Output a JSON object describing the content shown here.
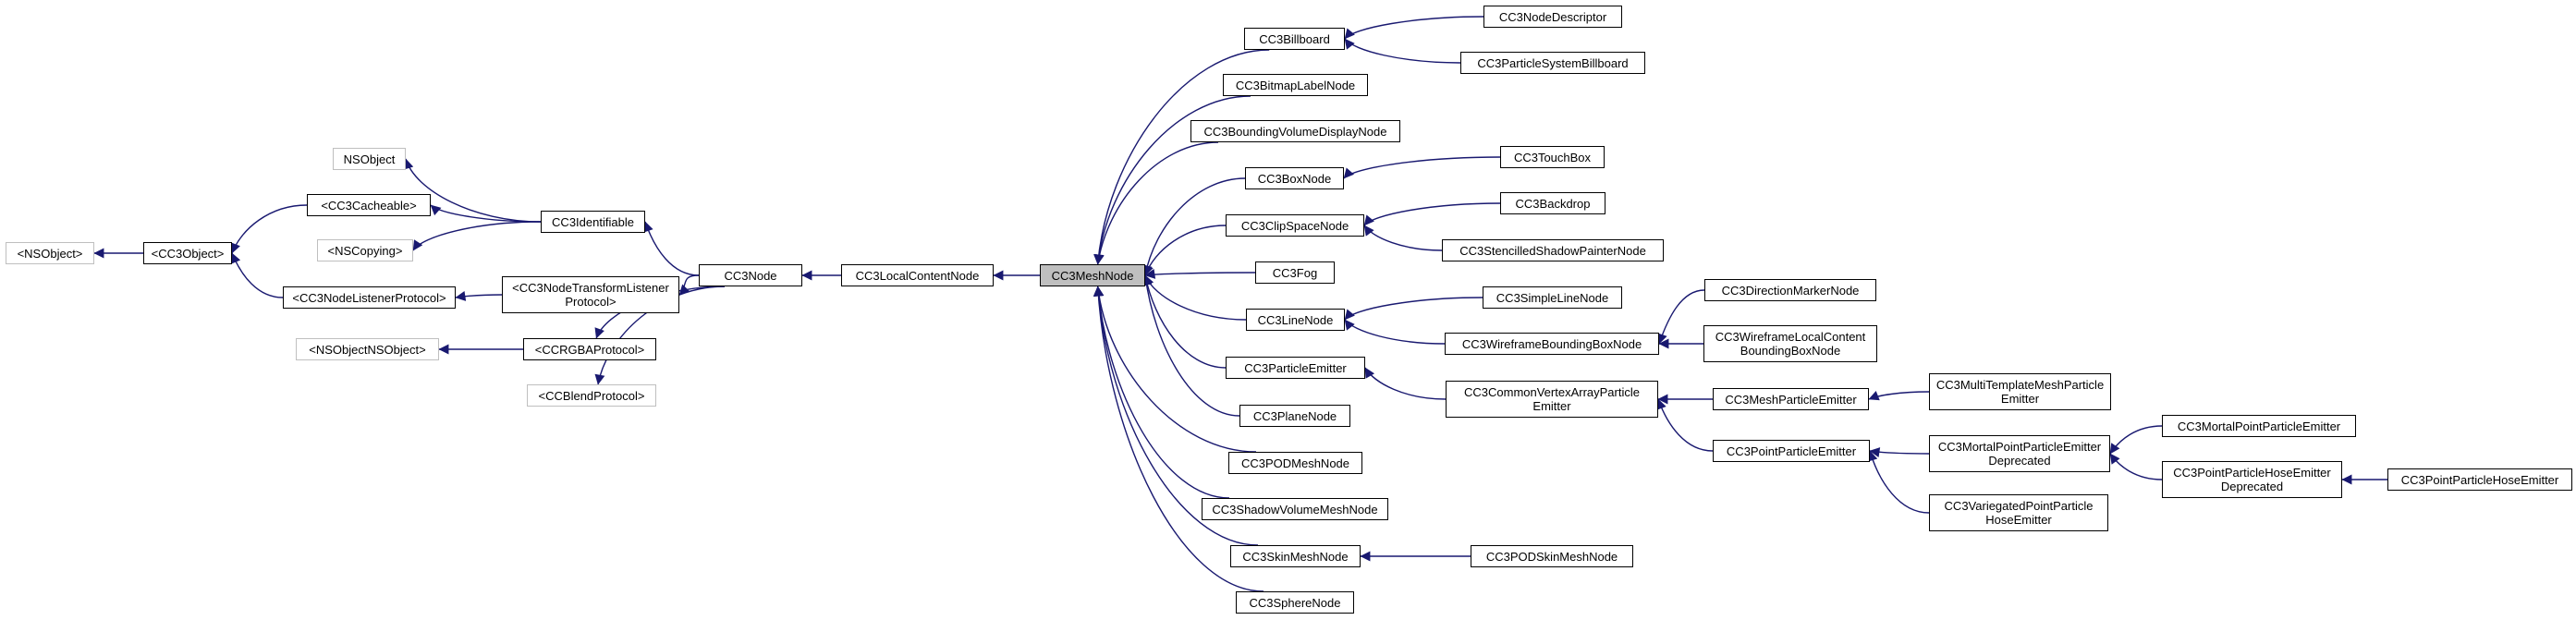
{
  "colors": {
    "edge": "#191970",
    "focus_fill": "#bfbfbf",
    "external_border": "#bfbfbf",
    "border": "#000000"
  },
  "nodes": {
    "nsobject_a": "<NSObject>",
    "cc3object": "<CC3Object>",
    "nsobject_b": "NSObject",
    "cc3cacheable": "<CC3Cacheable>",
    "cc3identifiable": "CC3Identifiable",
    "nscopying": "<NSCopying>",
    "cc3nodelistenerprotocol": "<CC3NodeListenerProtocol>",
    "cc3nodetransformlistenerprotocol": "<CC3NodeTransformListener Protocol>",
    "nsobjectnsobject": "<NSObjectNSObject>",
    "ccrgbaprotocol": "<CCRGBAProtocol>",
    "ccblendprotocol": "<CCBlendProtocol>",
    "cc3node": "CC3Node",
    "cc3localcontentnode": "CC3LocalContentNode",
    "cc3meshnode": "CC3MeshNode",
    "cc3billboard": "CC3Billboard",
    "cc3bitmaplabelnode": "CC3BitmapLabelNode",
    "cc3boundingvolumedisplaynode": "CC3BoundingVolumeDisplayNode",
    "cc3boxnode": "CC3BoxNode",
    "cc3clipspacenode": "CC3ClipSpaceNode",
    "cc3fog": "CC3Fog",
    "cc3linenode": "CC3LineNode",
    "cc3particleemitter": "CC3ParticleEmitter",
    "cc3planenode": "CC3PlaneNode",
    "cc3podmeshnode": "CC3PODMeshNode",
    "cc3shadowvolumemeshnode": "CC3ShadowVolumeMeshNode",
    "cc3skinmeshnode": "CC3SkinMeshNode",
    "cc3spherenode": "CC3SphereNode",
    "cc3nodedescriptor": "CC3NodeDescriptor",
    "cc3particlesystembillboard": "CC3ParticleSystemBillboard",
    "cc3touchbox": "CC3TouchBox",
    "cc3backdrop": "CC3Backdrop",
    "cc3stencilledshadowpainternode": "CC3StencilledShadowPainterNode",
    "cc3simplelinenode": "CC3SimpleLineNode",
    "cc3wireframeboundingboxnode": "CC3WireframeBoundingBoxNode",
    "cc3directionmarkernode": "CC3DirectionMarkerNode",
    "cc3wireframelocalcontentboundingboxnode": "CC3WireframeLocalContent BoundingBoxNode",
    "cc3commonvertexarrayparticleemitter": "CC3CommonVertexArrayParticle Emitter",
    "cc3meshparticleemitter": "CC3MeshParticleEmitter",
    "cc3multitemplatemeshparticleemitter": "CC3MultiTemplateMeshParticle Emitter",
    "cc3pointparticleemitter": "CC3PointParticleEmitter",
    "cc3mortalpointparticleemitterdeprecated": "CC3MortalPointParticleEmitter Deprecated",
    "cc3mortalpointparticleemitter": "CC3MortalPointParticleEmitter",
    "cc3pointparticlehoseemitterdeprecated": "CC3PointParticleHoseEmitter Deprecated",
    "cc3pointparticlehoseemitter": "CC3PointParticleHoseEmitter",
    "cc3variegatedpointparticlehoseemitter": "CC3VariegatedPointParticle HoseEmitter",
    "cc3podskinmeshnode": "CC3PODSkinMeshNode"
  },
  "edges": [
    [
      "cc3object",
      "nsobject_a"
    ],
    [
      "cc3cacheable",
      "cc3object"
    ],
    [
      "cc3nodelistenerprotocol",
      "cc3object"
    ],
    [
      "cc3identifiable",
      "nsobject_b"
    ],
    [
      "cc3identifiable",
      "cc3cacheable"
    ],
    [
      "cc3identifiable",
      "nscopying"
    ],
    [
      "cc3nodetransformlistenerprotocol",
      "cc3nodelistenerprotocol"
    ],
    [
      "ccrgbaprotocol",
      "nsobjectnsobject"
    ],
    [
      "cc3node",
      "cc3identifiable"
    ],
    [
      "cc3node",
      "cc3nodetransformlistenerprotocol"
    ],
    [
      "cc3node",
      "ccrgbaprotocol"
    ],
    [
      "cc3node",
      "ccblendprotocol"
    ],
    [
      "cc3localcontentnode",
      "cc3node"
    ],
    [
      "cc3meshnode",
      "cc3localcontentnode"
    ],
    [
      "cc3billboard",
      "cc3meshnode"
    ],
    [
      "cc3bitmaplabelnode",
      "cc3meshnode"
    ],
    [
      "cc3boundingvolumedisplaynode",
      "cc3meshnode"
    ],
    [
      "cc3boxnode",
      "cc3meshnode"
    ],
    [
      "cc3clipspacenode",
      "cc3meshnode"
    ],
    [
      "cc3fog",
      "cc3meshnode"
    ],
    [
      "cc3linenode",
      "cc3meshnode"
    ],
    [
      "cc3particleemitter",
      "cc3meshnode"
    ],
    [
      "cc3planenode",
      "cc3meshnode"
    ],
    [
      "cc3podmeshnode",
      "cc3meshnode"
    ],
    [
      "cc3shadowvolumemeshnode",
      "cc3meshnode"
    ],
    [
      "cc3skinmeshnode",
      "cc3meshnode"
    ],
    [
      "cc3spherenode",
      "cc3meshnode"
    ],
    [
      "cc3nodedescriptor",
      "cc3billboard"
    ],
    [
      "cc3particlesystembillboard",
      "cc3billboard"
    ],
    [
      "cc3touchbox",
      "cc3boxnode"
    ],
    [
      "cc3backdrop",
      "cc3clipspacenode"
    ],
    [
      "cc3stencilledshadowpainternode",
      "cc3clipspacenode"
    ],
    [
      "cc3simplelinenode",
      "cc3linenode"
    ],
    [
      "cc3wireframeboundingboxnode",
      "cc3linenode"
    ],
    [
      "cc3directionmarkernode",
      "cc3wireframeboundingboxnode"
    ],
    [
      "cc3wireframelocalcontentboundingboxnode",
      "cc3wireframeboundingboxnode"
    ],
    [
      "cc3commonvertexarrayparticleemitter",
      "cc3particleemitter"
    ],
    [
      "cc3meshparticleemitter",
      "cc3commonvertexarrayparticleemitter"
    ],
    [
      "cc3pointparticleemitter",
      "cc3commonvertexarrayparticleemitter"
    ],
    [
      "cc3multitemplatemeshparticleemitter",
      "cc3meshparticleemitter"
    ],
    [
      "cc3mortalpointparticleemitterdeprecated",
      "cc3pointparticleemitter"
    ],
    [
      "cc3variegatedpointparticlehoseemitter",
      "cc3pointparticleemitter"
    ],
    [
      "cc3mortalpointparticleemitter",
      "cc3mortalpointparticleemitterdeprecated"
    ],
    [
      "cc3pointparticlehoseemitterdeprecated",
      "cc3mortalpointparticleemitterdeprecated"
    ],
    [
      "cc3pointparticlehoseemitter",
      "cc3pointparticlehoseemitterdeprecated"
    ],
    [
      "cc3podskinmeshnode",
      "cc3skinmeshnode"
    ]
  ]
}
